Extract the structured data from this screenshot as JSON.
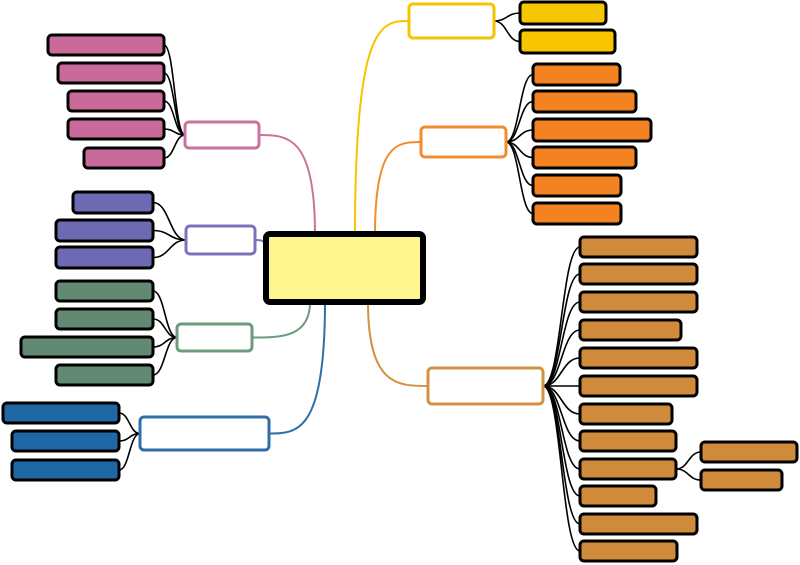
{
  "diagram": {
    "type": "mind-map",
    "central_topic": {
      "label": "",
      "fill": "#fff68f"
    },
    "branches": [
      {
        "id": "yellow",
        "color": "#f5c400",
        "leaf_fill": "#f7c600",
        "side": "right",
        "label": "",
        "leaf_labels": [
          "",
          ""
        ]
      },
      {
        "id": "orange",
        "color": "#f28d2d",
        "leaf_fill": "#f58220",
        "side": "right",
        "label": "",
        "leaf_labels": [
          "",
          "",
          "",
          "",
          "",
          ""
        ]
      },
      {
        "id": "tan",
        "color": "#d19342",
        "leaf_fill": "#cf8a3c",
        "side": "right",
        "label": "",
        "leaf_labels": [
          "",
          "",
          "",
          "",
          "",
          "",
          "",
          "",
          "",
          "",
          "",
          ""
        ],
        "sub_branch": {
          "parent_leaf": 8,
          "leaf_labels": [
            "",
            ""
          ]
        }
      },
      {
        "id": "pink",
        "color": "#c9729e",
        "leaf_fill": "#c96a9a",
        "side": "left",
        "label": "",
        "leaf_labels": [
          "",
          "",
          "",
          "",
          ""
        ]
      },
      {
        "id": "purple",
        "color": "#7a72bd",
        "leaf_fill": "#6d6ab3",
        "side": "left",
        "label": "",
        "leaf_labels": [
          "",
          "",
          ""
        ]
      },
      {
        "id": "green",
        "color": "#6e9a7e",
        "leaf_fill": "#628a72",
        "side": "left",
        "label": "",
        "leaf_labels": [
          "",
          "",
          "",
          ""
        ]
      },
      {
        "id": "blue",
        "color": "#2f6fa8",
        "leaf_fill": "#1f67a5",
        "side": "left",
        "label": "",
        "leaf_labels": [
          "",
          "",
          ""
        ]
      }
    ]
  }
}
